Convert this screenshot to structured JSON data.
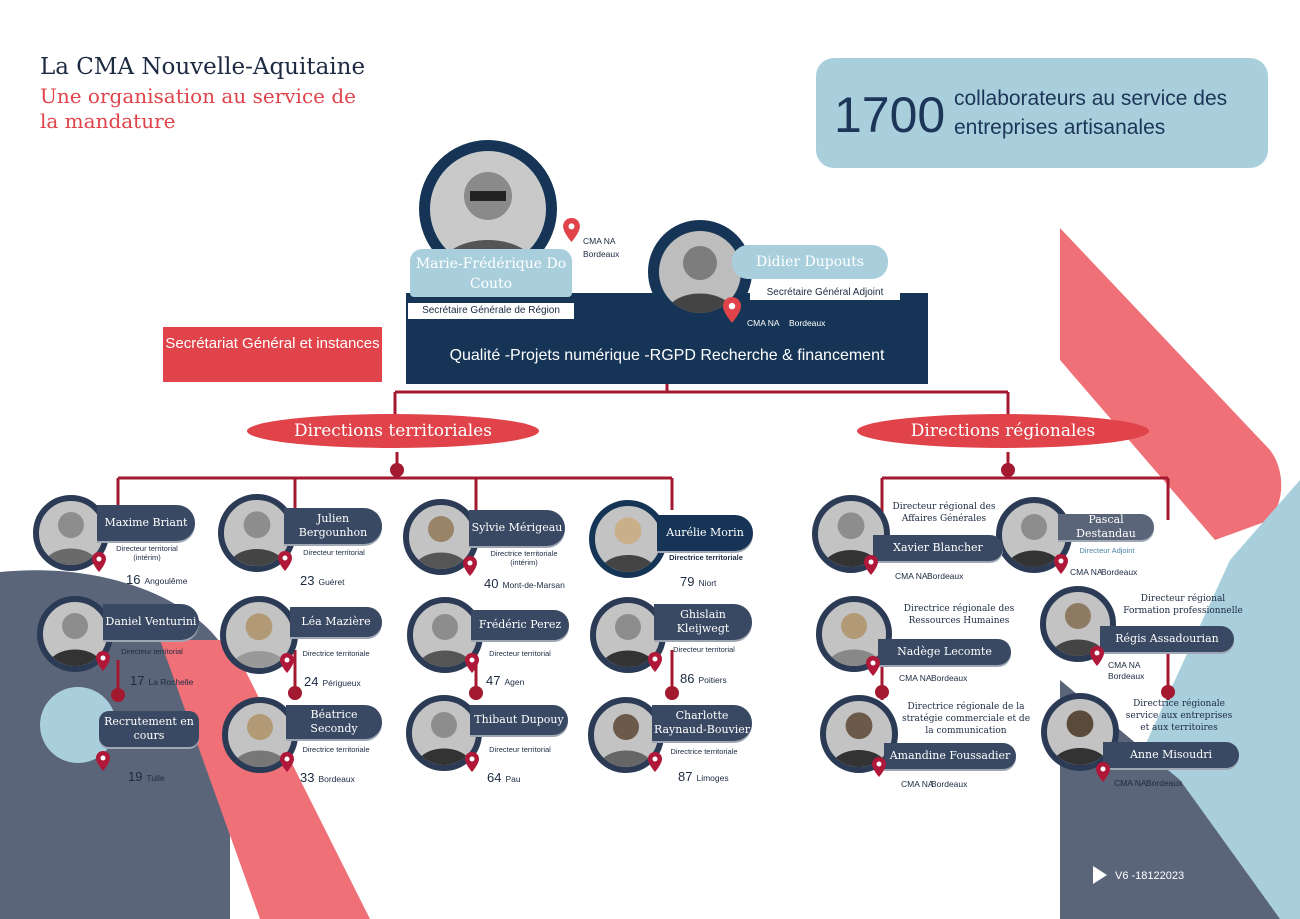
{
  "header": {
    "title": "La CMA Nouvelle-Aquitaine",
    "subtitle": "Une organisation au service de la mandature"
  },
  "stat": {
    "number": "1700",
    "text": "collaborateurs au service des entreprises artisanales"
  },
  "colors": {
    "red": "#e0434a",
    "navy": "#163556",
    "slate": "#3a4963",
    "lightblue": "#a9cfdd",
    "pink": "#f07078"
  },
  "top": {
    "sg_name": "Marie-Frédérique Do Couto",
    "sg_role": "Secrétaire Générale de Région",
    "sg_loc1": "CMA NA",
    "sg_loc2": "Bordeaux",
    "sga_name": "Didier Dupouts",
    "sga_role": "Secrétaire Général Adjoint",
    "sga_loc1": "CMA NA",
    "sga_loc2": "Bordeaux",
    "band_text": "Qualité -Projets numérique -RGPD Recherche & financement",
    "secretariat": "Secrétariat Général et instances"
  },
  "directions": {
    "territoriales": "Directions territoriales",
    "regionales": "Directions régionales"
  },
  "territorial": [
    {
      "name": "Maxime Briant",
      "role": "Directeur territorial (intérim)",
      "code": "16",
      "city": "Angoulême"
    },
    {
      "name": "Daniel Venturini",
      "role": "Directeur territorial",
      "code": "17",
      "city": "La Rochelle"
    },
    {
      "name": "Recrutement en cours",
      "role": "",
      "code": "19",
      "city": "Tulle"
    },
    {
      "name": "Julien Bergounhon",
      "role": "Directeur territorial",
      "code": "23",
      "city": "Guéret"
    },
    {
      "name": "Léa Mazière",
      "role": "Directrice territoriale",
      "code": "24",
      "city": "Périgueux"
    },
    {
      "name": "Béatrice Secondy",
      "role": "Directrice territoriale",
      "code": "33",
      "city": "Bordeaux"
    },
    {
      "name": "Sylvie Mérigeau",
      "role": "Directrice territoriale (intérim)",
      "code": "40",
      "city": "Mont-de-Marsan"
    },
    {
      "name": "Frédéric Perez",
      "role": "Directeur territorial",
      "code": "47",
      "city": "Agen"
    },
    {
      "name": "Thibaut Dupouy",
      "role": "Directeur territorial",
      "code": "64",
      "city": "Pau"
    },
    {
      "name": "Aurélie Morin",
      "role": "Directrice territoriale",
      "code": "79",
      "city": "Niort"
    },
    {
      "name": "Ghislain Kleijwegt",
      "role": "Directeur territorial",
      "code": "86",
      "city": "Poitiers"
    },
    {
      "name": "Charlotte Raynaud-Bouvier",
      "role": "Directrice territoriale",
      "code": "87",
      "city": "Limoges"
    }
  ],
  "regional": [
    {
      "title": "Directeur régional des Affaires Générales",
      "name": "Xavier Blancher",
      "loc1": "CMA NA",
      "loc2": "Bordeaux"
    },
    {
      "title": "Directeur Adjoint",
      "name": "Pascal Destandau",
      "loc1": "CMA NA",
      "loc2": "Bordeaux"
    },
    {
      "title": "Directrice régionale des Ressources Humaines",
      "name": "Nadège Lecomte",
      "loc1": "CMA NA",
      "loc2": "Bordeaux"
    },
    {
      "title": "Directeur régional Formation professionnelle",
      "name": "Régis Assadourian",
      "loc1": "CMA NA",
      "loc2": "Bordeaux"
    },
    {
      "title": "Directrice régionale de la stratégie commerciale et de la communication",
      "name": "Amandine Foussadier",
      "loc1": "CMA NA",
      "loc2": "Bordeaux"
    },
    {
      "title": "Directrice régionale service aux entreprises et aux territoires",
      "name": "Anne Misoudri",
      "loc1": "CMA NA",
      "loc2": "Bordeaux"
    }
  ],
  "version": "V6 -18122023"
}
